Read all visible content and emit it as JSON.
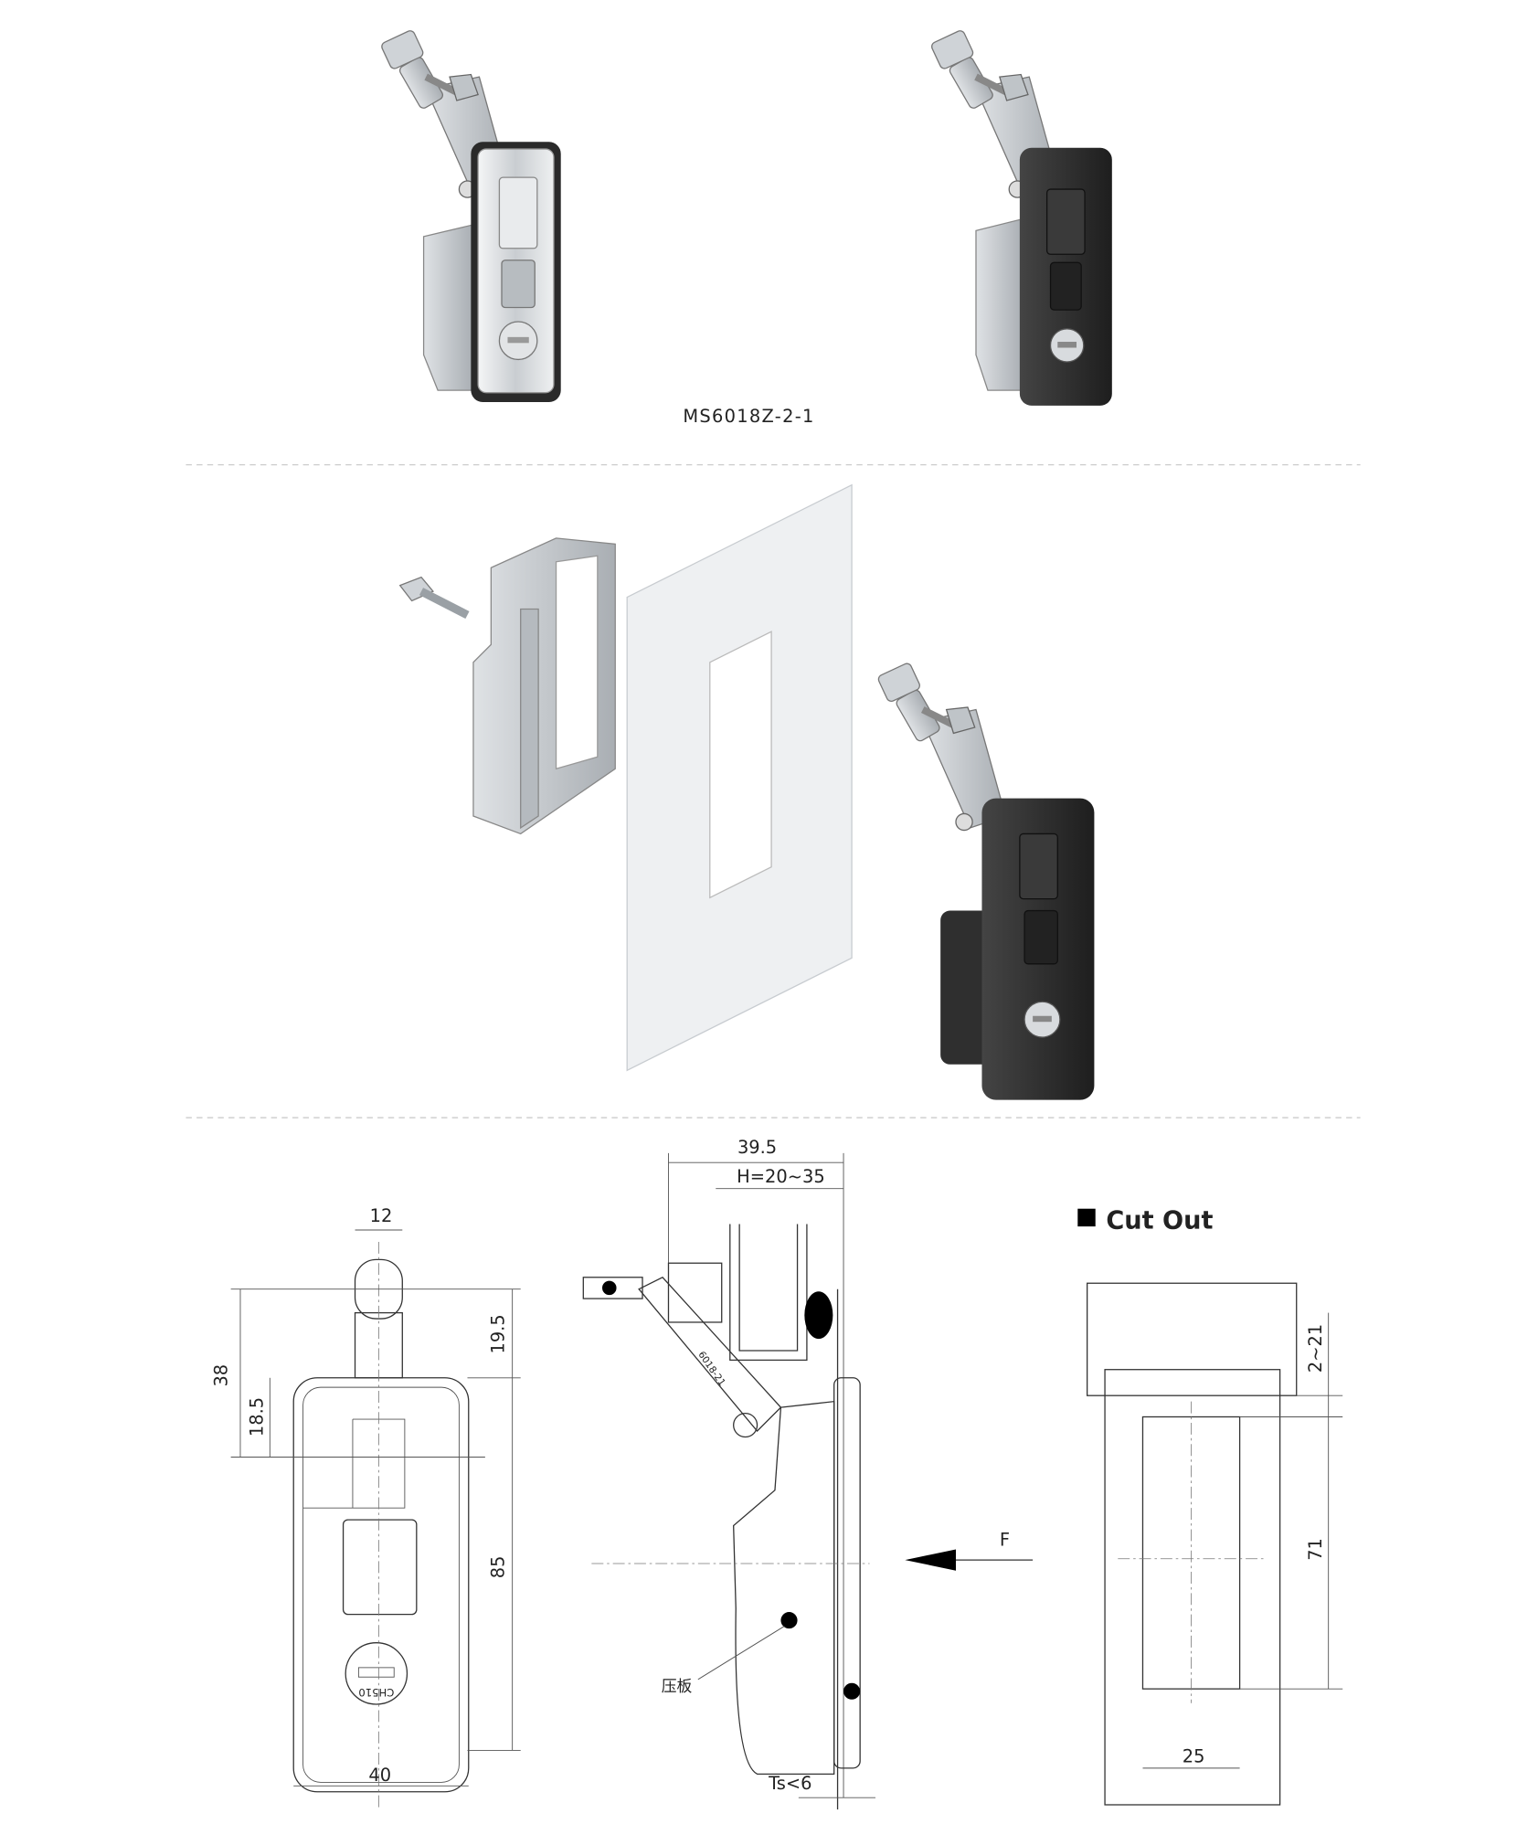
{
  "model": "MS6018Z-2-1",
  "colors": {
    "chrome": "#d9dcdf",
    "black_finish": "#2b2b2b",
    "zinc": "#c6cace",
    "panel": "#eef0f2"
  },
  "lock_marking": "CH510",
  "arm_marking": "6018-21",
  "front_view": {
    "top_width": "12",
    "overall_height": "38",
    "grip_offset": "19.5",
    "lower_offset": "18.5",
    "body_height": "85",
    "body_width": "40"
  },
  "side_view": {
    "total_depth": "39.5",
    "grip_range": "H=20~35",
    "force_label": "F",
    "pressure_plate_label": "压板",
    "panel_thickness": "Ts<6"
  },
  "cut_out": {
    "title": "Cut Out",
    "flange_range": "2~21",
    "height": "71",
    "width": "25"
  }
}
